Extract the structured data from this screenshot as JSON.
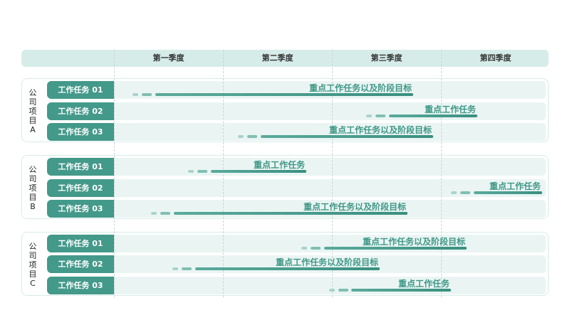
{
  "header": {
    "quarters": [
      "第一季度",
      "第二季度",
      "第三季度",
      "第四季度"
    ]
  },
  "groups": [
    {
      "label": "公司项目A",
      "label_chars": [
        "公",
        "司",
        "项",
        "目",
        "A"
      ],
      "tasks": [
        {
          "name": "工作任务 01",
          "bar_label": "重点工作任务以及阶段目标"
        },
        {
          "name": "工作任务 02",
          "bar_label": "重点工作任务"
        },
        {
          "name": "工作任务 03",
          "bar_label": "重点工作任务以及阶段目标"
        }
      ]
    },
    {
      "label": "公司项目B",
      "label_chars": [
        "公",
        "司",
        "项",
        "目",
        "B"
      ],
      "tasks": [
        {
          "name": "工作任务 01",
          "bar_label": "重点工作任务"
        },
        {
          "name": "工作任务 02",
          "bar_label": "重点工作任务"
        },
        {
          "name": "工作任务 03",
          "bar_label": "重点工作任务以及阶段目标"
        }
      ]
    },
    {
      "label": "公司项目C",
      "label_chars": [
        "公",
        "司",
        "项",
        "目",
        "C"
      ],
      "tasks": [
        {
          "name": "工作任务 01",
          "bar_label": "重点工作任务以及阶段目标"
        },
        {
          "name": "工作任务 02",
          "bar_label": "重点工作任务以及阶段目标"
        },
        {
          "name": "工作任务 03",
          "bar_label": "重点工作任务"
        }
      ]
    }
  ],
  "colors": {
    "accent": "#43998a",
    "row_bg": "#eaf5f3",
    "header_bg": "#d6ece8",
    "label_text": "#3f9787"
  },
  "chart_data": {
    "type": "gantt",
    "title": "",
    "x_axis": [
      "第一季度",
      "第二季度",
      "第三季度",
      "第四季度"
    ],
    "xlim_quarters": [
      0,
      4
    ],
    "grid": true,
    "series": [
      {
        "group": "公司项目A",
        "task": "工作任务 01",
        "label": "重点工作任务以及阶段目标",
        "start_q": 0.17,
        "end_q": 2.7
      },
      {
        "group": "公司项目A",
        "task": "工作任务 02",
        "label": "重点工作任务",
        "start_q": 2.32,
        "end_q": 3.3
      },
      {
        "group": "公司项目A",
        "task": "工作任务 03",
        "label": "重点工作任务以及阶段目标",
        "start_q": 1.14,
        "end_q": 2.93
      },
      {
        "group": "公司项目B",
        "task": "工作任务 01",
        "label": "重点工作任务",
        "start_q": 0.68,
        "end_q": 1.76
      },
      {
        "group": "公司项目B",
        "task": "工作任务 02",
        "label": "重点工作任务",
        "start_q": 3.09,
        "end_q": 3.93
      },
      {
        "group": "公司项目B",
        "task": "工作任务 03",
        "label": "重点工作任务以及阶段目标",
        "start_q": 0.34,
        "end_q": 2.69
      },
      {
        "group": "公司项目C",
        "task": "工作任务 01",
        "label": "重点工作任务以及阶段目标",
        "start_q": 1.72,
        "end_q": 3.23
      },
      {
        "group": "公司项目C",
        "task": "工作任务 02",
        "label": "重点工作任务以及阶段目标",
        "start_q": 0.54,
        "end_q": 2.44
      },
      {
        "group": "公司项目C",
        "task": "工作任务 03",
        "label": "重点工作任务",
        "start_q": 1.97,
        "end_q": 3.09
      }
    ]
  }
}
